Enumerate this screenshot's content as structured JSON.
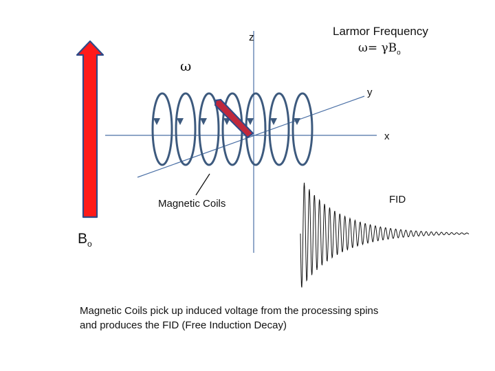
{
  "labels": {
    "omega": "ω",
    "z": "z",
    "y": "y",
    "x": "x",
    "larmor_title": "Larmor Frequency",
    "larmor_eq_lhs": "ω= γB",
    "larmor_eq_sub": "o",
    "b0_main": "B",
    "b0_sub": "o",
    "magnetic_coils": "Magnetic Coils",
    "fid": "FID"
  },
  "caption": {
    "line1": "Magnetic Coils  pick up induced voltage from the processing spins",
    "line2": "and produces the FID (Free Induction Decay)"
  },
  "colors": {
    "axis": "#4a6fa5",
    "coil": "#3d5a7e",
    "arrow_fill": "#ff1a1a",
    "arrow_stroke": "#2e4a88",
    "moment_fill": "#c0283c",
    "fid": "#111111"
  }
}
